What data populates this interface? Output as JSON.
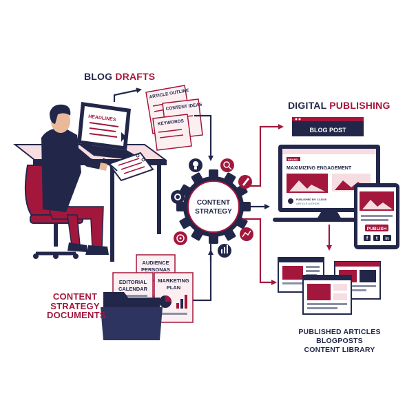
{
  "colors": {
    "navy": "#22274a",
    "crimson": "#a3173c",
    "pink": "#f6dde1",
    "paper": "#fbeff1",
    "grey": "#8a8fa3"
  },
  "labels": {
    "blog_drafts_prefix": "BLOG",
    "blog_drafts_accent": "DRAFTS",
    "digital_publishing_prefix": "DIGITAL",
    "digital_publishing_accent": "PUBLISHING",
    "content_strategy_documents": [
      "CONTENT",
      "STRATEGY",
      "DOCUMENTS"
    ],
    "published_outputs": [
      "PUBLISHED ARTICLES",
      "BLOGPOSTS",
      "CONTENT LIBRARY"
    ]
  },
  "laptop_screen": {
    "heading": "HEADLINES"
  },
  "draft_notes": {
    "article_outline": "ARTICLE OUTLINE",
    "content_ideas": "CONTENT IDEAS",
    "keywords": "KEYWORDS"
  },
  "gear": {
    "line1": "CONTENT",
    "line2": "STRATEGY"
  },
  "gear_icons": [
    "lightbulb-icon",
    "search-icon",
    "rocket-icon",
    "trend-chart-icon",
    "bar-chart-icon",
    "target-icon",
    "gear-small-icon"
  ],
  "documents": {
    "audience_personas": [
      "AUDIENCE",
      "PERSONAS"
    ],
    "editorial_calendar": [
      "EDITORIAL",
      "CALENDAR"
    ],
    "marketing_plan": [
      "MARKETING",
      "PLAN"
    ]
  },
  "blog_post_bar": "BLOG POST",
  "monitor": {
    "tag": "BRAND",
    "headline": "MAXIMIZING ENGAGEMENT",
    "author_line1": "PUBLISHED BY: 11.2025",
    "author_line2": "ARTICLE AUTHOR"
  },
  "tablet": {
    "publish_button": "PUBLISH",
    "social": [
      "f",
      "t",
      "in"
    ]
  }
}
